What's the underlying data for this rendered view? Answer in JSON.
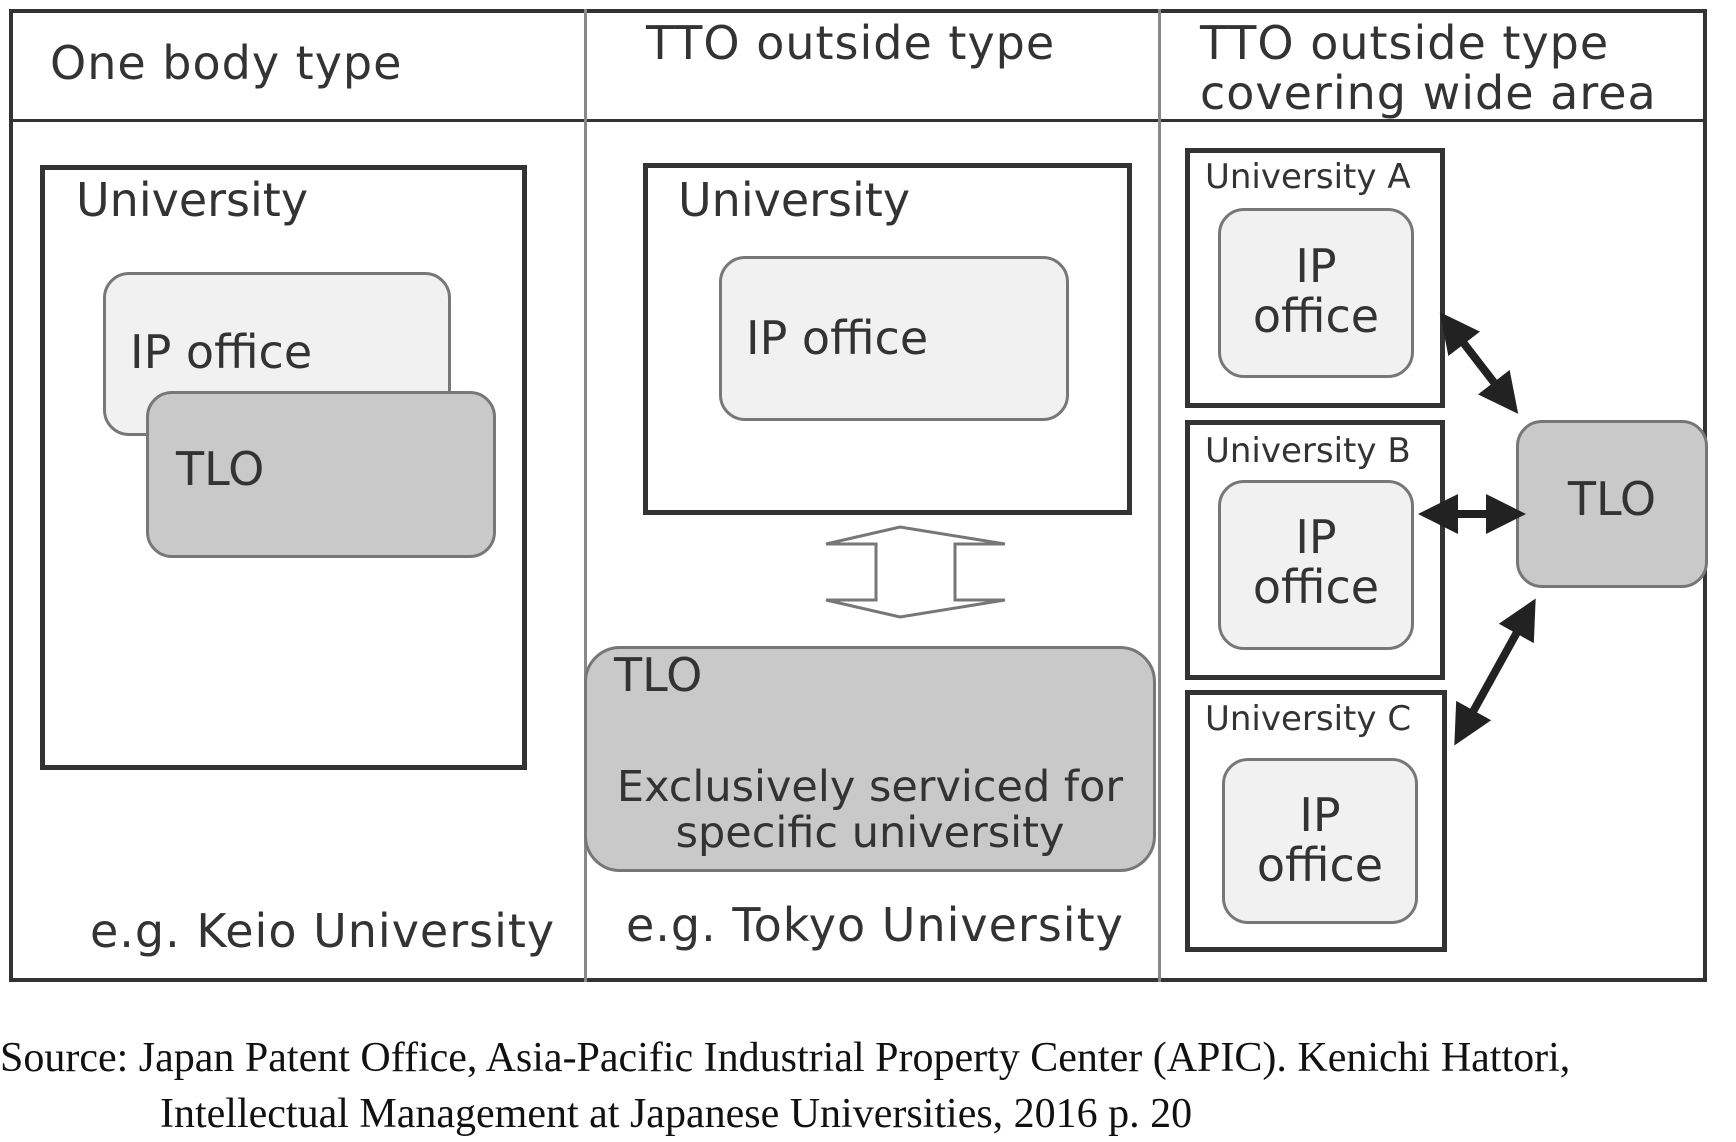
{
  "columns": {
    "one_body": {
      "header": "One body type",
      "university_label": "University",
      "ip_office_label": "IP office",
      "tlo_label": "TLO",
      "example": "e.g. Keio University"
    },
    "tto_outside": {
      "header": "TTO outside type",
      "university_label": "University",
      "ip_office_label": "IP office",
      "tlo_label": "TLO",
      "tlo_desc_line1": "Exclusively serviced for",
      "tlo_desc_line2": "specific university",
      "example": "e.g. Tokyo University"
    },
    "wide_area": {
      "header_line1": "TTO outside type",
      "header_line2": "covering wide area",
      "universities": [
        {
          "label": "University A",
          "ip_line1": "IP",
          "ip_line2": "office"
        },
        {
          "label": "University B",
          "ip_line1": "IP",
          "ip_line2": "office"
        },
        {
          "label": "University C",
          "ip_line1": "IP",
          "ip_line2": "office"
        }
      ],
      "tlo_label": "TLO"
    }
  },
  "source": {
    "line1": "Source: Japan Patent Office, Asia-Pacific Industrial Property Center (APIC). Kenichi Hattori,",
    "line2": "Intellectual Management at Japanese Universities, 2016 p. 20"
  },
  "colors": {
    "border": "#333333",
    "light_fill": "#f1f1f1",
    "dark_fill": "#c9c9c9"
  }
}
